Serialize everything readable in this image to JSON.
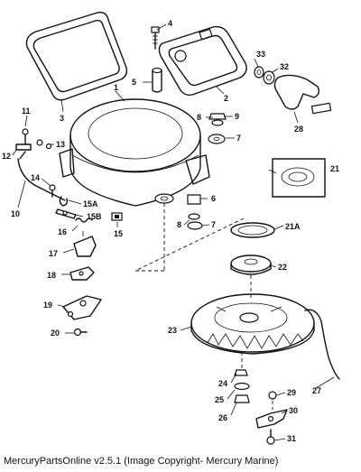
{
  "caption": "MercuryPartsOnline v2.5.1 (Image Copyright- Mercury Marine)",
  "callouts": {
    "c1": "1",
    "c2": "2",
    "c3": "3",
    "c4": "4",
    "c5": "5",
    "c6": "6",
    "c7a": "7",
    "c7b": "7",
    "c8a": "8",
    "c8b": "8",
    "c9": "9",
    "c10": "10",
    "c11": "11",
    "c12": "12",
    "c13": "13",
    "c14": "14",
    "c15": "15",
    "c15a": "15A",
    "c15b": "15B",
    "c16": "16",
    "c17": "17",
    "c18": "18",
    "c19": "19",
    "c20": "20",
    "c21": "21",
    "c21a": "21A",
    "c22": "22",
    "c23": "23",
    "c24": "24",
    "c25": "25",
    "c26": "26",
    "c27": "27",
    "c28": "28",
    "c29": "29",
    "c30": "30",
    "c31": "31",
    "c32": "32",
    "c33": "33"
  }
}
